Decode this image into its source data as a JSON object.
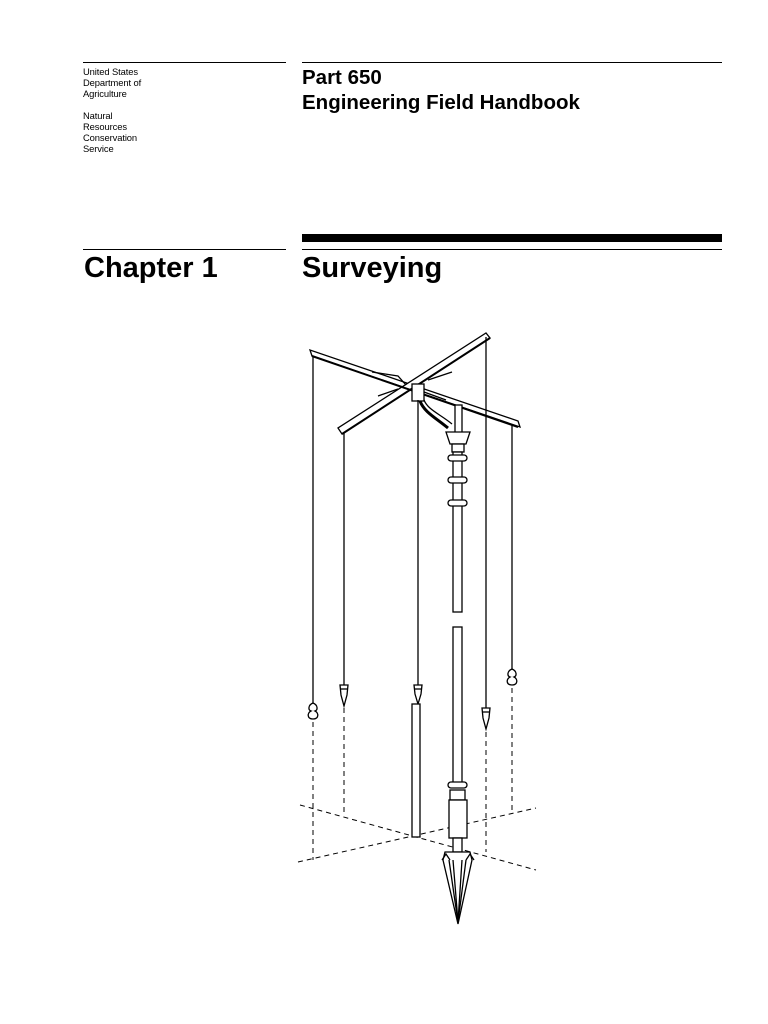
{
  "agency": {
    "department_lines": [
      "United States",
      "Department of",
      "Agriculture"
    ],
    "service_lines": [
      "Natural",
      "Resources",
      "Conservation",
      "Service"
    ]
  },
  "handbook": {
    "part": "Part 650",
    "title": "Engineering Field Handbook"
  },
  "chapter": {
    "number": "Chapter 1",
    "title": "Surveying"
  },
  "illustration": {
    "icon": "surveying-plumb-bob-rod-icon"
  }
}
